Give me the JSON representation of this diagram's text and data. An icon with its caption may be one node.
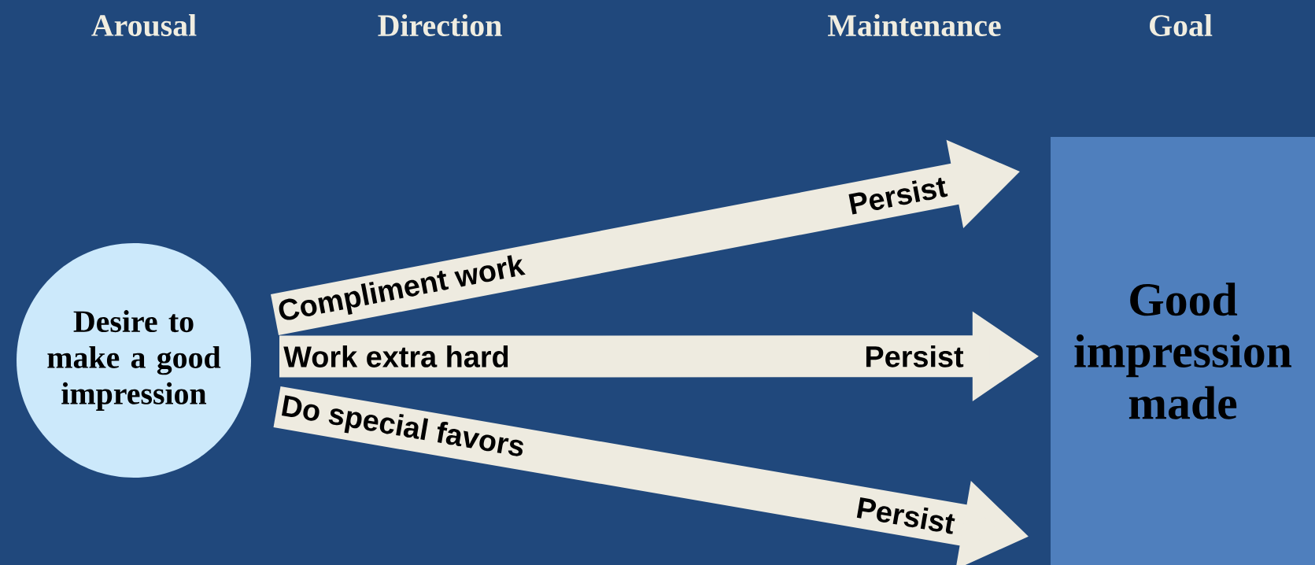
{
  "diagram": {
    "nodes": [
      {
        "text": [
          "Desire to make a good impression"
        ]
      },
      {
        "text": [
          "Good impression made"
        ]
      }
    ],
    "edges": [
      {
        "from": 0,
        "to": 1,
        "arrow": "to",
        "label": "Compliment work"
      },
      {
        "from": 0,
        "to": 1,
        "arrow": "to",
        "label": "Work extra hard"
      },
      {
        "from": 0,
        "to": 1,
        "arrow": "to",
        "label": "Do special favors"
      }
    ],
    "labels": [
      "Arousal",
      "Direction",
      "Maintenance",
      "Goal",
      "Persist",
      "Persist",
      "Persist"
    ]
  }
}
